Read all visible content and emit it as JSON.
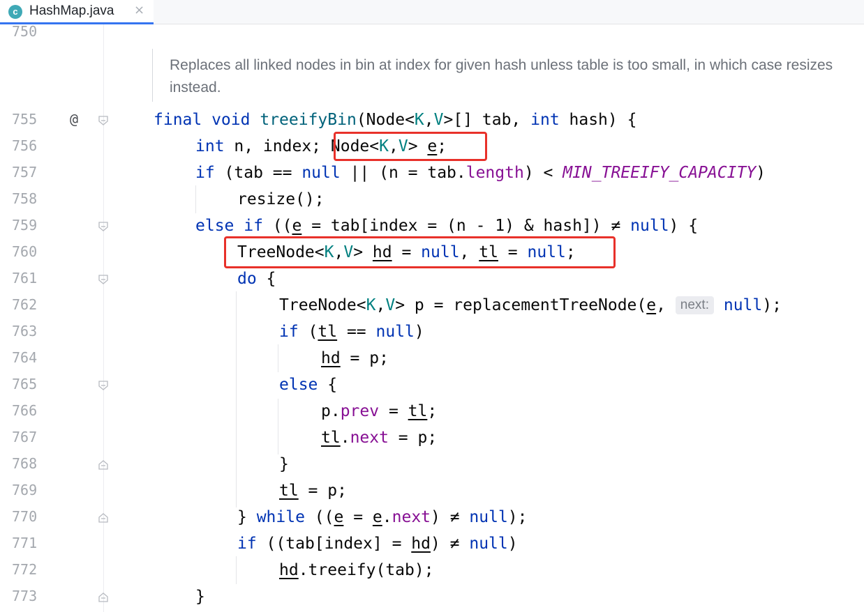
{
  "tab": {
    "icon_letter": "c",
    "title": "HashMap.java",
    "close": "×"
  },
  "gutter": {
    "lines": [
      "750",
      "755",
      "756",
      "757",
      "758",
      "759",
      "760",
      "761",
      "762",
      "763",
      "764",
      "765",
      "766",
      "767",
      "768",
      "769",
      "770",
      "771",
      "772",
      "773"
    ],
    "override_marker": "@"
  },
  "doc": {
    "text": "Replaces all linked nodes in bin at index for given hash unless table is too small, in which case resizes instead."
  },
  "code": {
    "l755": {
      "kw1": "final void",
      "fn": "treeifyBin",
      "p1": "(Node<",
      "t1": "K",
      "c1": ",",
      "t2": "V",
      "p2": ">[] tab, ",
      "kw2": "int",
      "p3": " hash) {"
    },
    "l756": {
      "kw": "int",
      "p1": " n, index; ",
      "p2": "Node<",
      "t1": "K",
      "c1": ",",
      "t2": "V",
      "p3": "> ",
      "v": "e",
      "p4": ";"
    },
    "l757": {
      "kw1": "if",
      "p1": " (tab == ",
      "kw2": "null",
      "p2": " || (n = tab.",
      "fld": "length",
      "p3": ") < ",
      "cst": "MIN_TREEIFY_CAPACITY",
      "p4": ")"
    },
    "l758": {
      "text": "resize();"
    },
    "l759": {
      "kw1": "else if",
      "p1": " ((",
      "v": "e",
      "p2": " = tab[index = (n - 1) & hash]) ≠ ",
      "kw2": "null",
      "p3": ") {"
    },
    "l760": {
      "p1": "TreeNode<",
      "t1": "K",
      "c1": ",",
      "t2": "V",
      "p2": "> ",
      "v1": "hd",
      "p3": " = ",
      "kw1": "null",
      "p4": ", ",
      "v2": "tl",
      "p5": " = ",
      "kw2": "null",
      "p6": ";"
    },
    "l761": {
      "kw": "do",
      "p": " {"
    },
    "l762": {
      "p1": "TreeNode<",
      "t1": "K",
      "c1": ",",
      "t2": "V",
      "p2": "> p = replacementTreeNode(",
      "v": "e",
      "p3": ", ",
      "hint": "next:",
      "kw": "null",
      "p4": ");"
    },
    "l763": {
      "kw1": "if",
      "p1": " (",
      "v": "tl",
      "p2": " == ",
      "kw2": "null",
      "p3": ")"
    },
    "l764": {
      "v": "hd",
      "p": " = p;"
    },
    "l765": {
      "kw": "else",
      "p": " {"
    },
    "l766": {
      "p1": "p.",
      "fld": "prev",
      "p2": " = ",
      "v": "tl",
      "p3": ";"
    },
    "l767": {
      "v": "tl",
      "p1": ".",
      "fld": "next",
      "p2": " = p;"
    },
    "l768": {
      "text": "}"
    },
    "l769": {
      "v": "tl",
      "p": " = p;"
    },
    "l770": {
      "p1": "} ",
      "kw1": "while",
      "p2": " ((",
      "v1": "e",
      "p3": " = ",
      "v2": "e",
      "p4": ".",
      "fld": "next",
      "p5": ") ≠ ",
      "kw2": "null",
      "p6": ");"
    },
    "l771": {
      "kw1": "if",
      "p1": " ((tab[index] = ",
      "v": "hd",
      "p2": ") ≠ ",
      "kw2": "null",
      "p3": ")"
    },
    "l772": {
      "v": "hd",
      "p": ".treeify(tab);"
    },
    "l773": {
      "text": "}"
    }
  },
  "colors": {
    "highlight": "#e8312a",
    "keyword": "#0033b3",
    "type_param": "#008080",
    "field": "#871094",
    "method": "#00627a"
  }
}
